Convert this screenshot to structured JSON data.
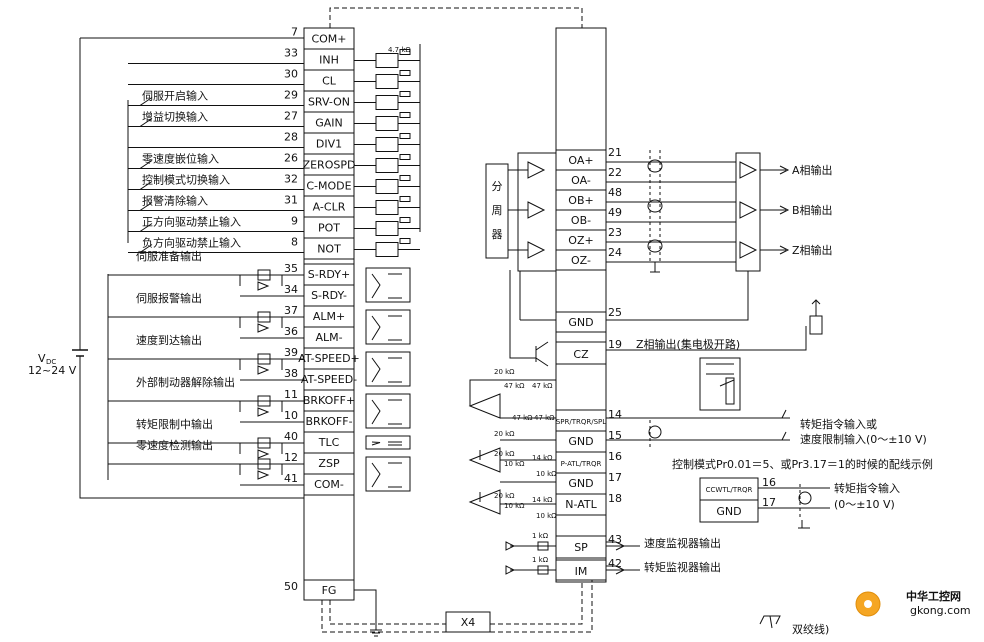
{
  "supply": {
    "label_main": "V",
    "label_sub": "DC",
    "label_range": "12~24 V"
  },
  "inputs": [
    {
      "pin": "7",
      "signal": "COM+",
      "desc": ""
    },
    {
      "pin": "33",
      "signal": "INH",
      "desc": ""
    },
    {
      "pin": "30",
      "signal": "CL",
      "desc": ""
    },
    {
      "pin": "29",
      "signal": "SRV-ON",
      "desc": "伺服开启输入"
    },
    {
      "pin": "27",
      "signal": "GAIN",
      "desc": "增益切换输入"
    },
    {
      "pin": "28",
      "signal": "DIV1",
      "desc": ""
    },
    {
      "pin": "26",
      "signal": "ZEROSPD",
      "desc": "零速度嵌位输入"
    },
    {
      "pin": "32",
      "signal": "C-MODE",
      "desc": "控制模式切换输入"
    },
    {
      "pin": "31",
      "signal": "A-CLR",
      "desc": "报警清除输入"
    },
    {
      "pin": "9",
      "signal": "POT",
      "desc": "正方向驱动禁止输入"
    },
    {
      "pin": "8",
      "signal": "NOT",
      "desc": "负方向驱动禁止输入"
    }
  ],
  "resistor_label": "4.7 kΩ",
  "outputs": [
    {
      "pin_a": "35",
      "sig_a": "S-RDY+",
      "pin_b": "34",
      "sig_b": "S-RDY-",
      "desc": "伺服准备输出"
    },
    {
      "pin_a": "37",
      "sig_a": "ALM+",
      "pin_b": "36",
      "sig_b": "ALM-",
      "desc": "伺服报警输出"
    },
    {
      "pin_a": "39",
      "sig_a": "AT-SPEED+",
      "pin_b": "38",
      "sig_b": "AT-SPEED-",
      "desc": "速度到达输出"
    },
    {
      "pin_a": "11",
      "sig_a": "BRKOFF+",
      "pin_b": "10",
      "sig_b": "BRKOFF-",
      "desc": "外部制动器解除输出"
    },
    {
      "pin_a": "40",
      "sig_a": "TLC",
      "pin_b": "",
      "sig_b": "",
      "desc": "转矩限制中输出"
    },
    {
      "pin_a": "12",
      "sig_a": "ZSP",
      "pin_b": "41",
      "sig_b": "COM-",
      "desc": "零速度检测输出"
    }
  ],
  "fg": {
    "pin": "50",
    "signal": "FG"
  },
  "connector": "X4",
  "divider": [
    "分",
    "周",
    "器"
  ],
  "encoder": [
    {
      "pin": "21",
      "signal": "OA+"
    },
    {
      "pin": "22",
      "signal": "OA-"
    },
    {
      "pin": "48",
      "signal": "OB+"
    },
    {
      "pin": "49",
      "signal": "OB-"
    },
    {
      "pin": "23",
      "signal": "OZ+"
    },
    {
      "pin": "24",
      "signal": "OZ-"
    }
  ],
  "encoder_desc": [
    "A相输出",
    "B相输出",
    "Z相输出"
  ],
  "gnd_block": {
    "pin": "25",
    "signal": "GND"
  },
  "cz": {
    "pin": "19",
    "signal": "CZ",
    "desc": "Z相输出(集电极开路)"
  },
  "analog": [
    {
      "pin": "14",
      "signal": "SPR/TRQR/SPL"
    },
    {
      "pin": "15",
      "signal": "GND"
    },
    {
      "pin": "16",
      "signal": "P-ATL/TRQR"
    },
    {
      "pin": "17",
      "signal": "GND"
    },
    {
      "pin": "18",
      "signal": "N-ATL"
    }
  ],
  "analog_desc1": [
    "转矩指令输入或",
    "速度限制输入(0～±10 V)"
  ],
  "example_caption": "控制模式Pr0.01＝5、或Pr3.17＝1的时候的配线示例",
  "example_box": {
    "pin_a": "16",
    "sig_a": "CCWTL/TRQR",
    "pin_b": "17",
    "sig_b": "GND"
  },
  "example_desc": [
    "转矩指令输入",
    "(0～±10 V)"
  ],
  "resistor_values": {
    "r20k": "20 kΩ",
    "r47k": "47 kΩ",
    "r10k": "10 kΩ",
    "r14k": "14 kΩ",
    "r1k": "1 kΩ"
  },
  "monitors": [
    {
      "pin": "43",
      "signal": "SP",
      "desc": "速度监视器输出"
    },
    {
      "pin": "42",
      "signal": "IM",
      "desc": "转矩监视器输出"
    }
  ],
  "twisted_legend": "双绞线)",
  "watermark": {
    "line1": "中华工控网",
    "line2": "gkong.com"
  }
}
